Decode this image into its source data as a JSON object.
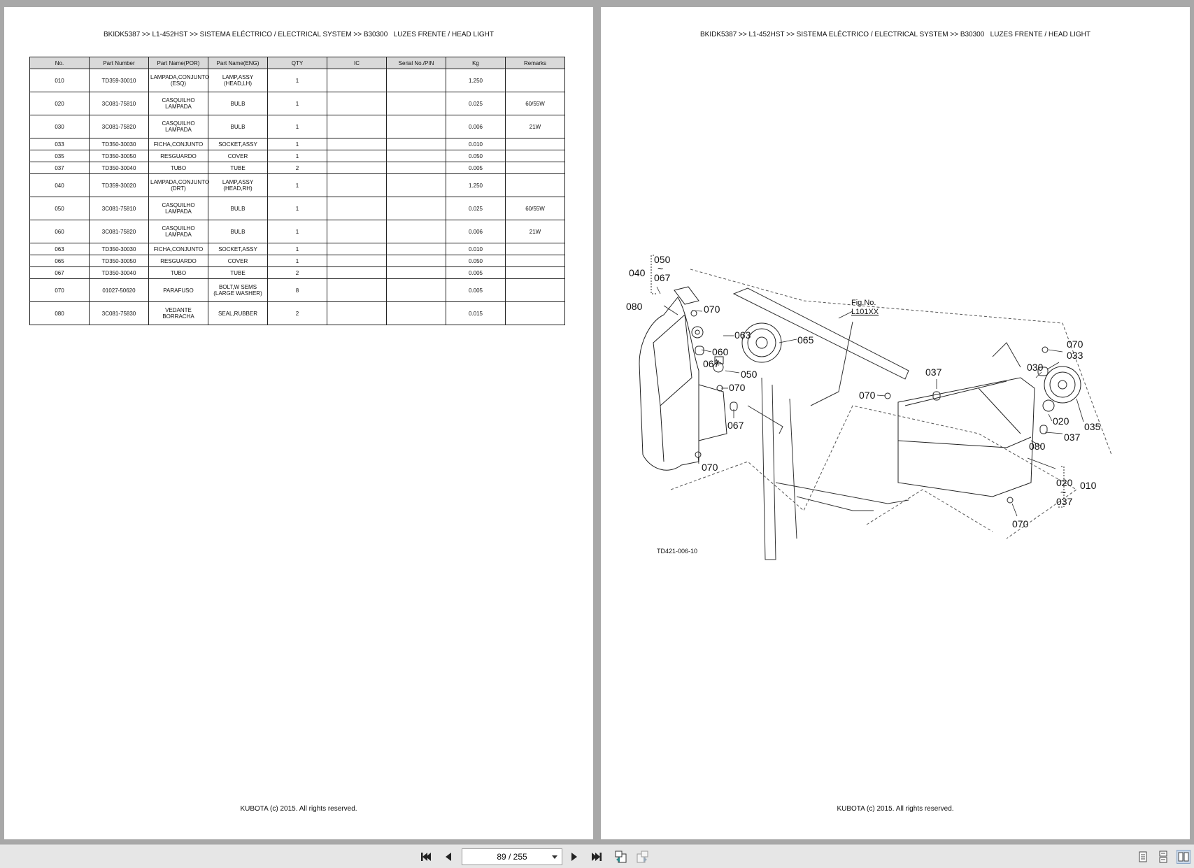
{
  "header_text": "BKIDK5387 >> L1-452HST >> SISTEMA ELÉCTRICO / ELECTRICAL SYSTEM >> B30300   LUZES FRENTE / HEAD LIGHT",
  "footer_text": "KUBOTA (c) 2015. All rights reserved.",
  "table": {
    "columns": [
      "No.",
      "Part Number",
      "Part Name(POR)",
      "Part Name(ENG)",
      "QTY",
      "IC",
      "Serial No./PIN",
      "Kg",
      "Remarks"
    ],
    "rows": [
      [
        "010",
        "TD359-30010",
        "LAMPADA,CONJUNTO (ESQ)",
        "LAMP,ASSY (HEAD,LH)",
        "1",
        "",
        "",
        "1.250",
        ""
      ],
      [
        "020",
        "3C081-75810",
        "CASQUILHO LAMPADA",
        "BULB",
        "1",
        "",
        "",
        "0.025",
        "60/55W"
      ],
      [
        "030",
        "3C081-75820",
        "CASQUILHO LAMPADA",
        "BULB",
        "1",
        "",
        "",
        "0.006",
        "21W"
      ],
      [
        "033",
        "TD350-30030",
        "FICHA,CONJUNTO",
        "SOCKET,ASSY",
        "1",
        "",
        "",
        "0.010",
        ""
      ],
      [
        "035",
        "TD350-30050",
        "RESGUARDO",
        "COVER",
        "1",
        "",
        "",
        "0.050",
        ""
      ],
      [
        "037",
        "TD350-30040",
        "TUBO",
        "TUBE",
        "2",
        "",
        "",
        "0.005",
        ""
      ],
      [
        "040",
        "TD359-30020",
        "LAMPADA,CONJUNTO (DRT)",
        "LAMP,ASSY (HEAD,RH)",
        "1",
        "",
        "",
        "1.250",
        ""
      ],
      [
        "050",
        "3C081-75810",
        "CASQUILHO LAMPADA",
        "BULB",
        "1",
        "",
        "",
        "0.025",
        "60/55W"
      ],
      [
        "060",
        "3C081-75820",
        "CASQUILHO LAMPADA",
        "BULB",
        "1",
        "",
        "",
        "0.006",
        "21W"
      ],
      [
        "063",
        "TD350-30030",
        "FICHA,CONJUNTO",
        "SOCKET,ASSY",
        "1",
        "",
        "",
        "0.010",
        ""
      ],
      [
        "065",
        "TD350-30050",
        "RESGUARDO",
        "COVER",
        "1",
        "",
        "",
        "0.050",
        ""
      ],
      [
        "067",
        "TD350-30040",
        "TUBO",
        "TUBE",
        "2",
        "",
        "",
        "0.005",
        ""
      ],
      [
        "070",
        "01027-50620",
        "PARAFUSO",
        "BOLT,W SEMS (LARGE WASHER)",
        "8",
        "",
        "",
        "0.005",
        ""
      ],
      [
        "080",
        "3C081-75830",
        "VEDANTE BORRACHA",
        "SEAL,RUBBER",
        "2",
        "",
        "",
        "0.015",
        ""
      ]
    ]
  },
  "diagram": {
    "fig_label": "Fig.No.",
    "fig_number": "L101XX",
    "drawing_code": "TD421-006-10",
    "callouts": {
      "c040": "040",
      "c050a": "050",
      "tilde1": "~",
      "c067a": "067",
      "c080a": "080",
      "c070a": "070",
      "c063": "063",
      "c060": "060",
      "c065": "065",
      "c067b": "067",
      "c050b": "050",
      "c070b": "070",
      "c067c": "067",
      "c070c": "070",
      "c037a": "037",
      "c070d": "070",
      "c030": "030",
      "c070e": "070",
      "c033": "033",
      "c020a": "020",
      "c035": "035",
      "c037b": "037",
      "c080b": "080",
      "c020b": "020",
      "tilde2": "~",
      "c037c": "037",
      "c010": "010",
      "c070f": "070"
    }
  },
  "toolbar": {
    "page_indicator": "89 / 255"
  },
  "icons": {
    "first_page": "first-page-icon",
    "prev_page": "previous-page-icon",
    "next_page": "next-page-icon",
    "last_page": "last-page-icon",
    "back": "back-view-icon",
    "forward": "forward-view-icon",
    "single_page": "single-page-view-icon",
    "continuous": "continuous-view-icon",
    "facing": "facing-pages-view-icon"
  }
}
